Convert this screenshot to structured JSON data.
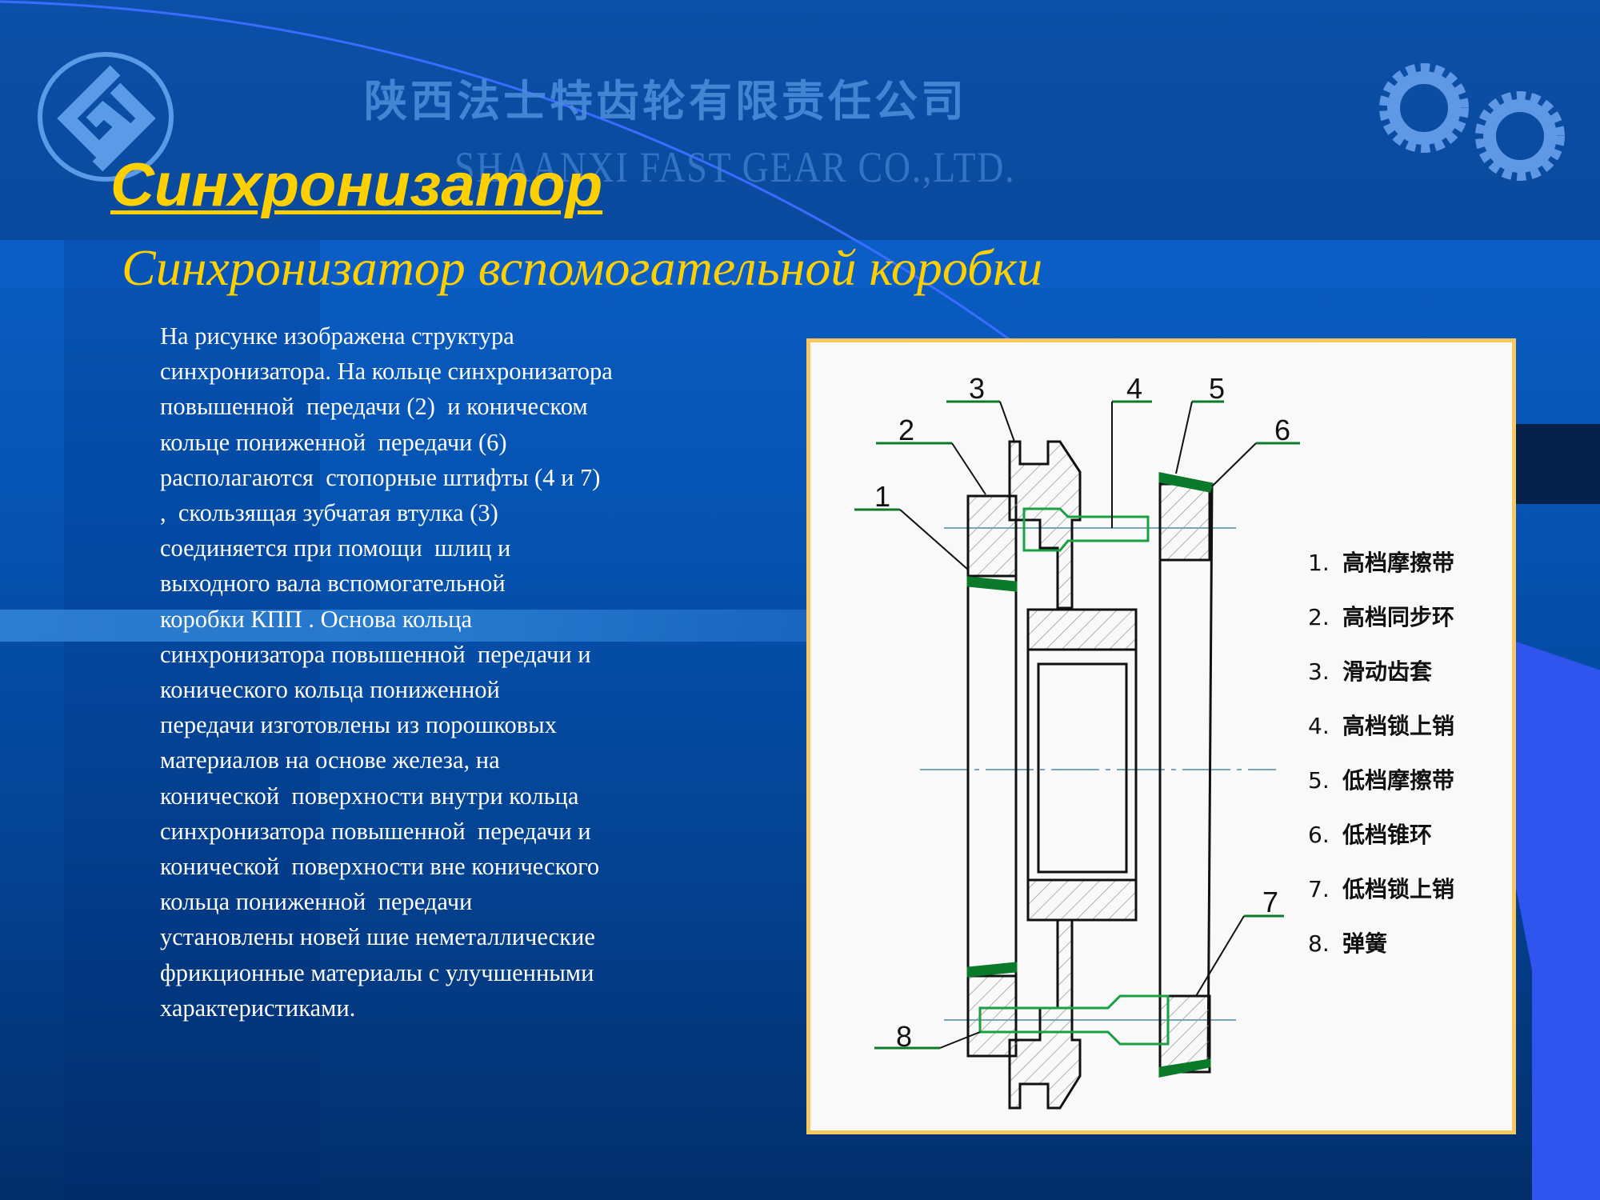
{
  "header": {
    "company_cn": "陕西法士特齿轮有限责任公司",
    "company_en": "SHAANXI FAST GEAR CO.,LTD."
  },
  "slide": {
    "title": "Синхронизатор",
    "subtitle": "Синхронизатор вспомогательной  коробки",
    "body_lines": [
      "На рисунке изображена структура",
      "синхронизатора. На кольце синхронизатора",
      "повышенной  передачи (2)  и коническом",
      "кольце пониженной  передачи (6)",
      "располагаются  стопорные штифты (4 и 7)",
      ",  скользящая зубчатая втулка (3)",
      "соединяется при помощи  шлиц и",
      "выходного вала вспомогательной",
      "коробки КПП . Основа кольца",
      "синхронизатора повышенной  передачи и",
      "конического кольца пониженной",
      "передачи изготовлены из порошковых",
      "материалов на основе железа, на",
      "конической  поверхности внутри кольца",
      "синхронизатора повышенной  передачи и",
      "конической  поверхности вне конического",
      "кольца пониженной  передачи",
      "установлены новей шие неметаллические",
      "фрикционные материалы с улучшенными",
      "характеристиками."
    ]
  },
  "diagram": {
    "callouts": [
      "1",
      "2",
      "3",
      "4",
      "5",
      "6",
      "7",
      "8"
    ],
    "legend": [
      {
        "num": "1.",
        "label": "高档摩擦带"
      },
      {
        "num": "2.",
        "label": "高档同步环"
      },
      {
        "num": "3.",
        "label": "滑动齿套"
      },
      {
        "num": "4.",
        "label": "高档锁上销"
      },
      {
        "num": "5.",
        "label": "低档摩擦带"
      },
      {
        "num": "6.",
        "label": "低档锥环"
      },
      {
        "num": "7.",
        "label": "低档锁上销"
      },
      {
        "num": "8.",
        "label": "弹簧"
      }
    ]
  },
  "colors": {
    "title": "#ffd000",
    "frame": "#f8c860",
    "friction": "#0a7a2a",
    "pin": "#1aa040"
  }
}
